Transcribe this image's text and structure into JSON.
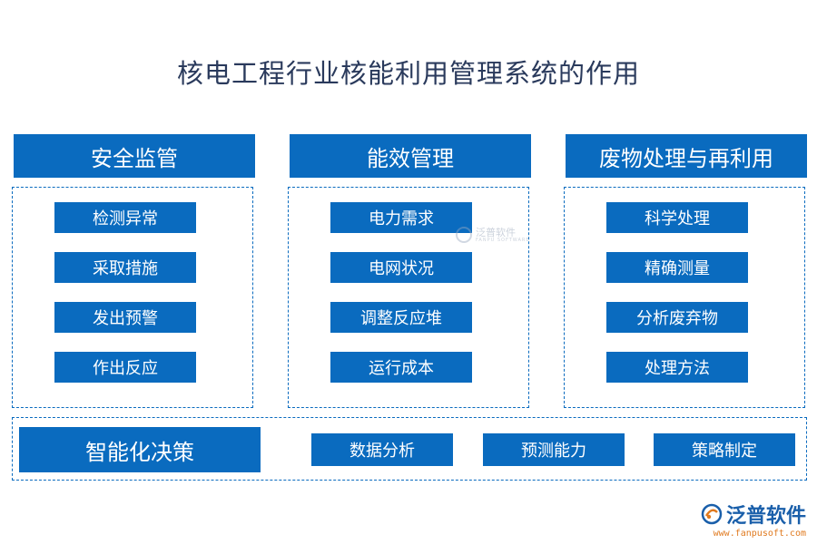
{
  "title": "核电工程行业核能利用管理系统的作用",
  "columns": [
    {
      "header": "安全监管",
      "items": [
        "检测异常",
        "采取措施",
        "发出预警",
        "作出反应"
      ]
    },
    {
      "header": "能效管理",
      "items": [
        "电力需求",
        "电网状况",
        "调整反应堆",
        "运行成本"
      ]
    },
    {
      "header": "废物处理与再利用",
      "items": [
        "科学处理",
        "精确测量",
        "分析废弃物",
        "处理方法"
      ]
    }
  ],
  "bottom": {
    "header": "智能化决策",
    "items": [
      "数据分析",
      "预测能力",
      "策略制定"
    ]
  },
  "watermark": {
    "text": "泛普软件",
    "sub": "FANPU SOFTWARE"
  },
  "brand": {
    "name": "泛普软件",
    "url": "www.fanpusoft.com"
  },
  "colors": {
    "accent": "#0a6bbf",
    "title": "#2a3a5c",
    "brand": "#1a5faa",
    "url": "#e07a1f"
  }
}
